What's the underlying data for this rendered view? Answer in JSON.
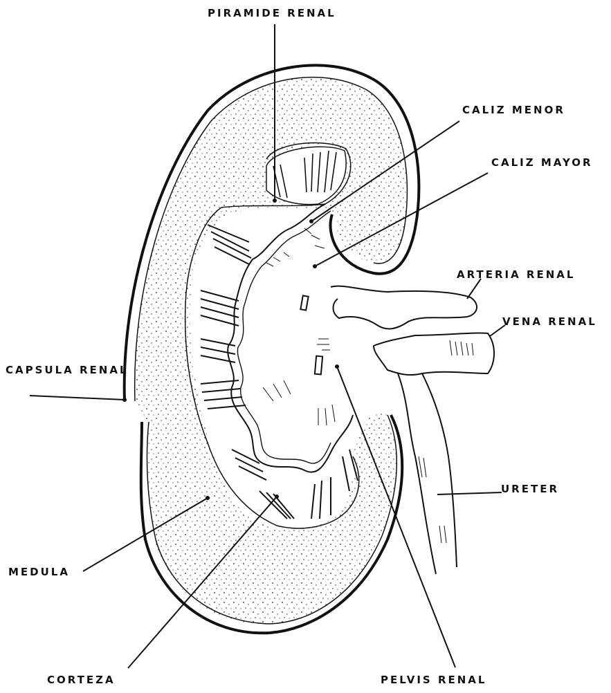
{
  "labels": {
    "piramide_renal": "PIRAMIDE RENAL",
    "caliz_menor": "CALIZ MENOR",
    "caliz_mayor": "CALIZ MAYOR",
    "arteria_renal": "ARTERIA RENAL",
    "vena_renal": "VENA RENAL",
    "capsula_renal": "CAPSULA RENAL",
    "ureter": "URETER",
    "medula": "MEDULA",
    "corteza": "CORTEZA",
    "pelvis_renal": "PELVIS RENAL"
  },
  "colors": {
    "ink": "#111111",
    "paper": "#ffffff"
  }
}
